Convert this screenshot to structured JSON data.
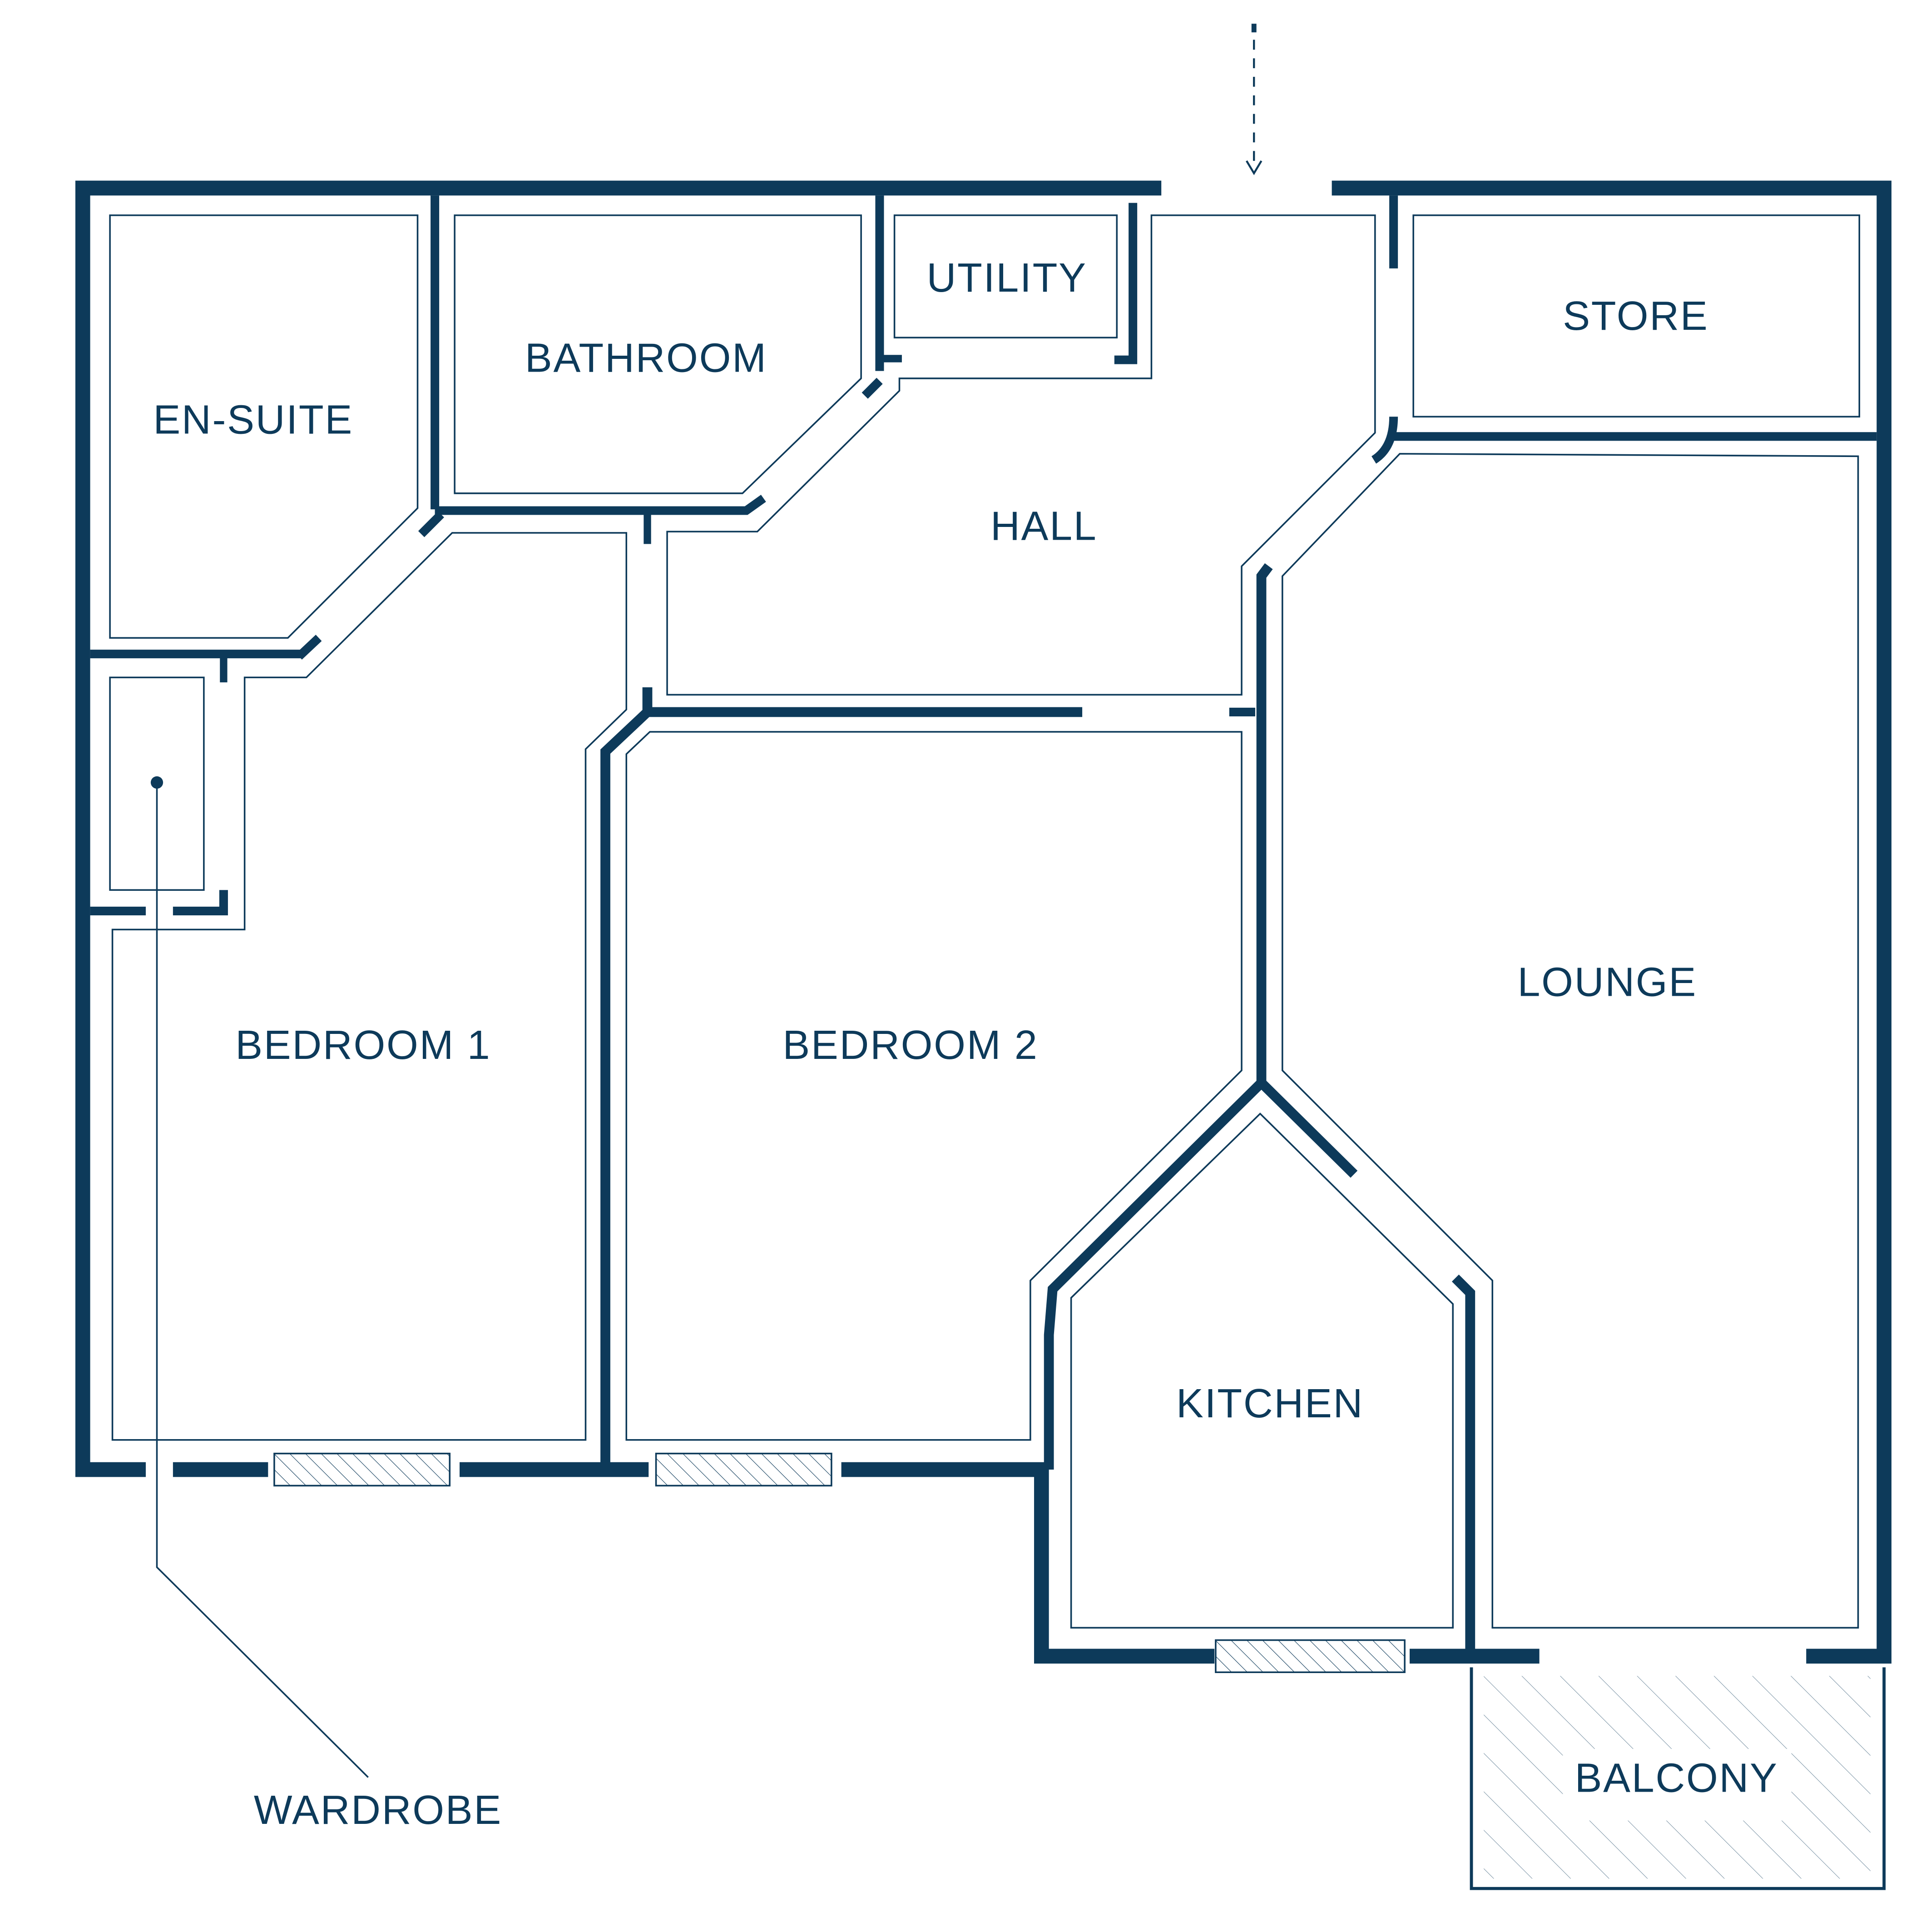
{
  "colors": {
    "wall": "#0d3a5a",
    "line": "#0d3a5a",
    "label": "#0d3a5a",
    "background": "#ffffff"
  },
  "rooms": {
    "en_suite": "EN-SUITE",
    "bathroom": "BATHROOM",
    "utility": "UTILITY",
    "store": "STORE",
    "hall": "HALL",
    "lounge": "LOUNGE",
    "bedroom_1": "BEDROOM 1",
    "bedroom_2": "BEDROOM 2",
    "kitchen": "KITCHEN",
    "balcony": "BALCONY"
  },
  "callouts": {
    "wardrobe": "WARDROBE"
  },
  "icons": {
    "entrance": "dashed-arrow-down-icon"
  }
}
